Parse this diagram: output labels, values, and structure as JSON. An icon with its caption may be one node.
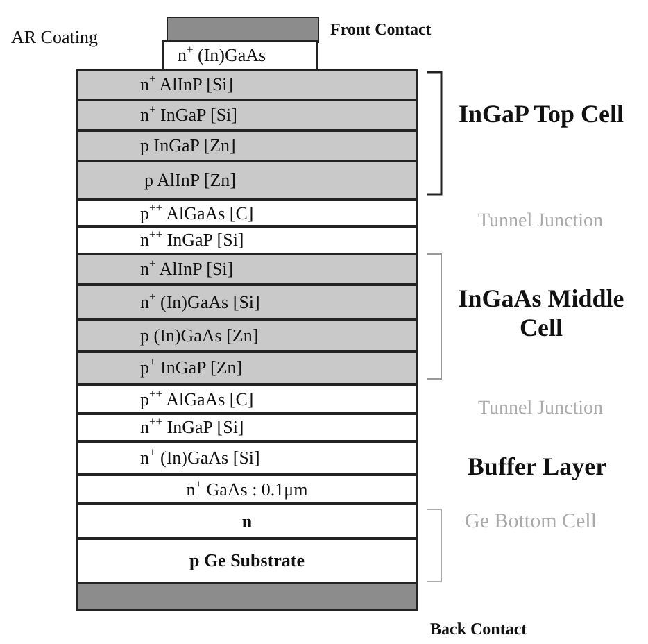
{
  "diagram": {
    "nodes": [
      {
        "text": [],
        "shape": "box",
        "beside": [
          "Front Contact"
        ]
      },
      {
        "text": [
          "n$^{+}$ (In)GaAs"
        ]
      },
      {
        "text": [
          "n$^{+}$ AlInP [Si]"
        ]
      },
      {
        "text": [
          "n$^{+}$ InGaP [Si]"
        ]
      },
      {
        "text": [
          "p InGaP [Zn]"
        ]
      },
      {
        "text": [
          "p AlInP [Zn]"
        ]
      },
      {
        "text": [
          "p$^{++}$ AlGaAs [C]"
        ]
      },
      {
        "text": [
          "n$^{++}$ InGaP [Si]"
        ]
      },
      {
        "text": [
          "n$^{+}$ AlInP [Si]"
        ]
      },
      {
        "text": [
          "n$^{+}$ (In)GaAs [Si]"
        ]
      },
      {
        "text": [
          "p (In)GaAs [Zn]"
        ]
      },
      {
        "text": [
          "p$^{+}$ InGaP [Zn]"
        ]
      },
      {
        "text": [
          "p$^{++}$ AlGaAs [C]"
        ]
      },
      {
        "text": [
          "n$^{++}$ InGaP [Si]"
        ]
      },
      {
        "text": [
          "n$^{+}$ (In)GaAs [Si]"
        ]
      },
      {
        "text": [
          "n$^{+}$ GaAs : 0.1μm"
        ]
      },
      {
        "text": [
          "n"
        ]
      },
      {
        "text": [
          "p Ge Substrate"
        ]
      },
      {
        "text": [],
        "shape": "box",
        "beside": [
          "Back Contact"
        ]
      }
    ],
    "labels": [
      "AR Coating",
      "InGaP Top Cell",
      "Tunnel Junction",
      "InGaAs Middle Cell",
      "Tunnel Junction",
      "Buffer Layer",
      "Ge Bottom Cell"
    ]
  }
}
